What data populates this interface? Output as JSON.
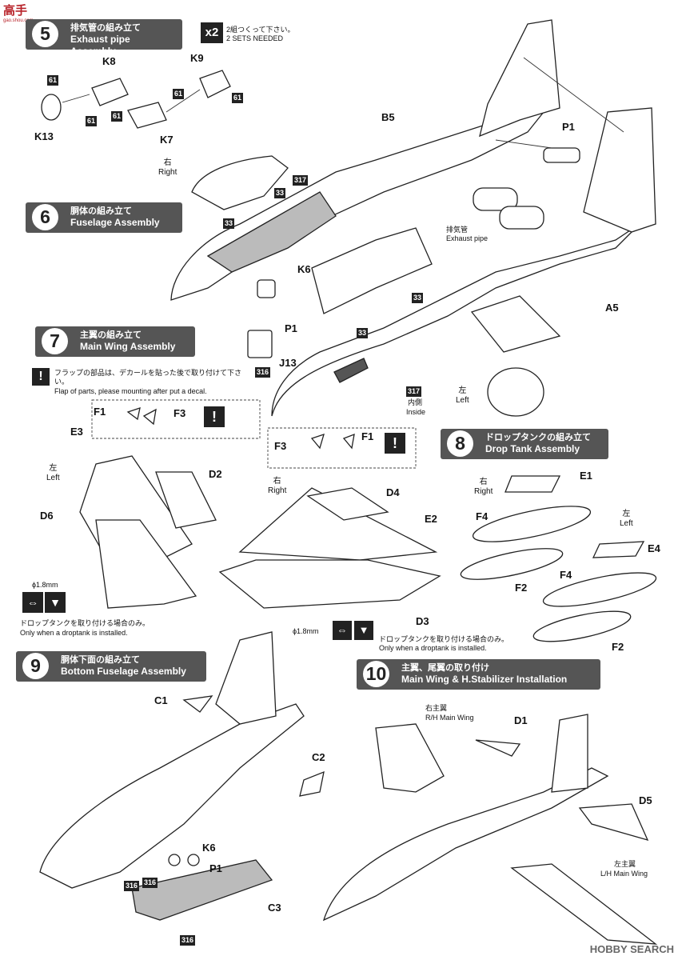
{
  "site": {
    "logo": "高手",
    "logo_sub": "gao.shou.com"
  },
  "steps": [
    {
      "num": "5",
      "jp": "排気管の組み立て",
      "en": "Exhaust pipe Assembly"
    },
    {
      "num": "6",
      "jp": "胴体の組み立て",
      "en": "Fuselage Assembly"
    },
    {
      "num": "7",
      "jp": "主翼の組み立て",
      "en": "Main Wing Assembly"
    },
    {
      "num": "8",
      "jp": "ドロップタンクの組み立て",
      "en": "Drop Tank Assembly"
    },
    {
      "num": "9",
      "jp": "胴体下面の組み立て",
      "en": "Bottom Fuselage Assembly"
    },
    {
      "num": "10",
      "jp": "主翼、尾翼の取り付け",
      "en": "Main Wing & H.Stabilizer Installation"
    }
  ],
  "x2": {
    "badge": "x2",
    "jp": "2組つくって下さい。",
    "en": "2 SETS NEEDED"
  },
  "parts": {
    "K8": "K8",
    "K9": "K9",
    "K13": "K13",
    "K7": "K7",
    "B5": "B5",
    "P1": "P1",
    "K6": "K6",
    "J13": "J13",
    "A5": "A5",
    "F1": "F1",
    "F3": "F3",
    "E3": "E3",
    "D2": "D2",
    "D6": "D6",
    "D4": "D4",
    "E2": "E2",
    "D3": "D3",
    "E1": "E1",
    "F4": "F4",
    "F2": "F2",
    "E4": "E4",
    "C1": "C1",
    "C2": "C2",
    "C3": "C3",
    "D1": "D1",
    "D5": "D5"
  },
  "tags": {
    "t61": "61",
    "t33": "33",
    "t317": "317",
    "t316": "316"
  },
  "dirs": {
    "right_jp": "右",
    "right_en": "Right",
    "left_jp": "左",
    "left_en": "Left"
  },
  "exhaust": {
    "jp": "排気管",
    "en": "Exhaust pipe"
  },
  "inside": {
    "jp": "内側",
    "en": "Inside"
  },
  "flap_note": {
    "jp": "フラップの部品は、デカールを貼った後で取り付けて下さい。",
    "en": "Flap of parts, please mounting after put a decal."
  },
  "drill": {
    "size": "ϕ1.8mm",
    "jp": "ドロップタンクを取り付ける場合のみ。",
    "en": "Only when a droptank is installed."
  },
  "wing_labels": {
    "rh_jp": "右主翼",
    "rh_en": "R/H Main Wing",
    "lh_jp": "左主翼",
    "lh_en": "L/H Main Wing"
  },
  "watermark": "HOBBY SEARCH",
  "icons": [
    "exclamation-icon",
    "drill-hole-icon",
    "arrow-icon"
  ]
}
